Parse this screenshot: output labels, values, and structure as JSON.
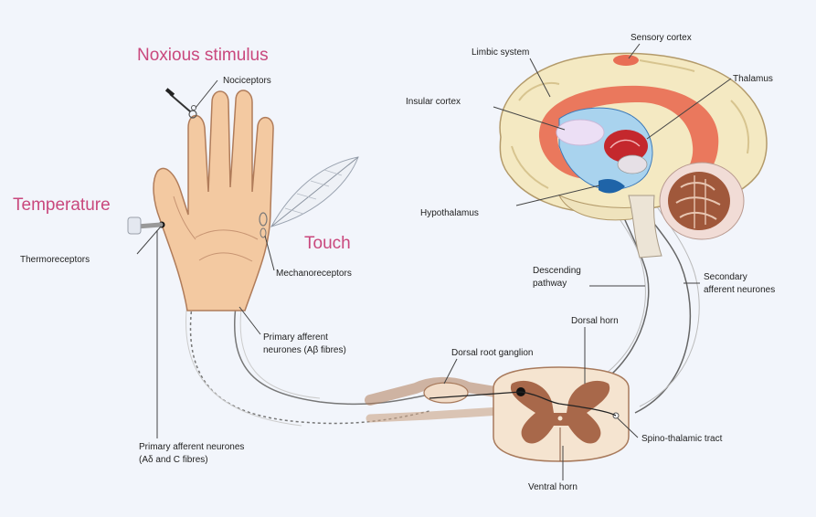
{
  "stimuli": {
    "noxious": "Noxious stimulus",
    "temperature": "Temperature",
    "touch": "Touch"
  },
  "receptors": {
    "nociceptors": "Nociceptors",
    "thermoreceptors": "Thermoreceptors",
    "mechanoreceptors": "Mechanoreceptors"
  },
  "neurones": {
    "primary_beta_line1": "Primary afferent",
    "primary_beta_line2": "neurones (Aβ fibres)",
    "primary_delta_line1": "Primary afferent neurones",
    "primary_delta_line2": "(Aδ and C fibres)",
    "secondary_line1": "Secondary",
    "secondary_line2": "afferent neurones",
    "descending_line1": "Descending",
    "descending_line2": "pathway"
  },
  "spinal": {
    "dorsal_root_ganglion": "Dorsal root ganglion",
    "dorsal_horn": "Dorsal horn",
    "ventral_horn": "Ventral horn",
    "spinothalamic_tract": "Spino-thalamic tract"
  },
  "brain": {
    "sensory_cortex": "Sensory cortex",
    "limbic_system": "Limbic system",
    "thalamus": "Thalamus",
    "insular_cortex": "Insular cortex",
    "hypothalamus": "Hypothalamus"
  },
  "colors": {
    "stimulus_label": "#c9487d",
    "skin": "#f3c9a1",
    "cortex_outer": "#f4e9c2",
    "limbic": "#e86e55",
    "insula": "#a9d3ee",
    "cerebellum": "#a0583b",
    "spinal_grey": "#a8684a"
  }
}
